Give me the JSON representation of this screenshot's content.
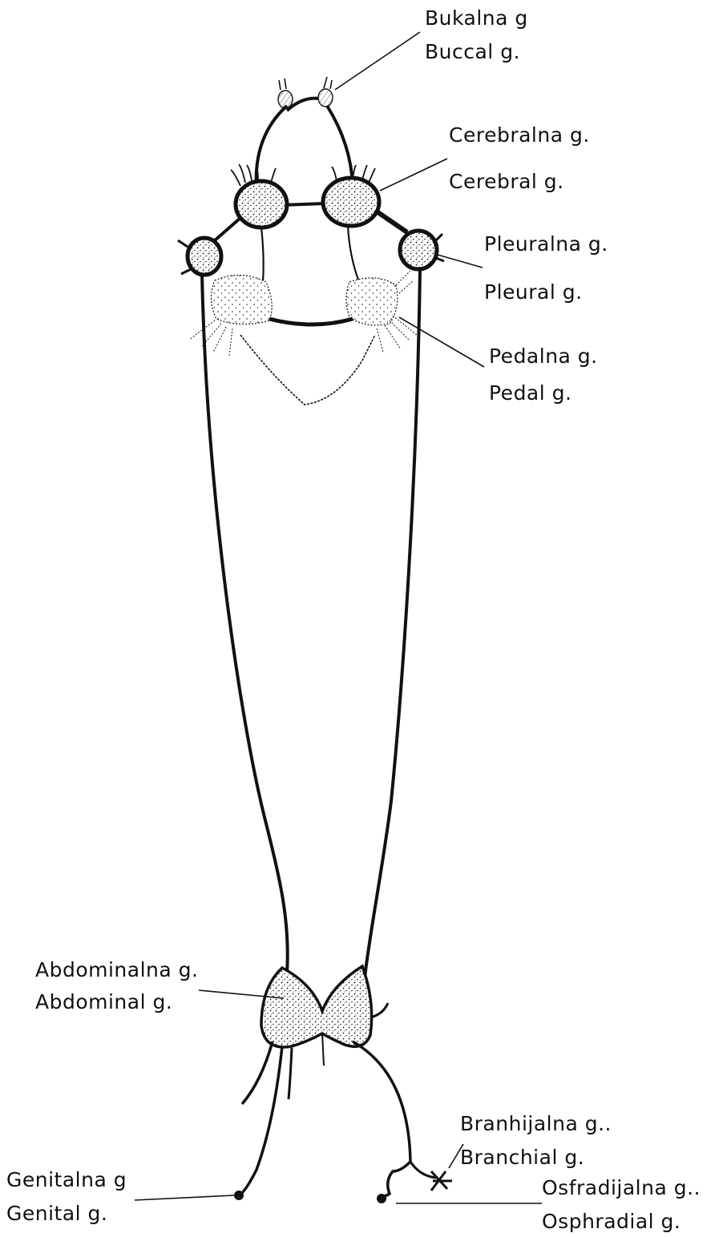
{
  "colors": {
    "ink": "#111111",
    "background": "#ffffff"
  },
  "labels": {
    "buccal_local": "Bukalna g",
    "buccal_en": "Buccal g.",
    "cerebral_local": "Cerebralna g.",
    "cerebral_en": "Cerebral g.",
    "pleural_local": "Pleuralna g.",
    "pleural_en": "Pleural g.",
    "pedal_local": "Pedalna g.",
    "pedal_en": "Pedal g.",
    "abdominal_local": "Abdominalna g.",
    "abdominal_en": "Abdominal g.",
    "branchial_local": "Branhijalna g..",
    "branchial_en": "Branchial g.",
    "genital_local": "Genitalna g",
    "genital_en": "Genital g.",
    "osphradial_local": "Osfradijalna g..",
    "osphradial_en": "Osphradial g."
  }
}
